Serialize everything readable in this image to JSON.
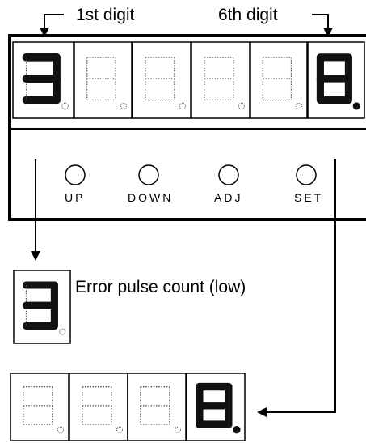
{
  "header": {
    "first_digit_label": "1st digit",
    "sixth_digit_label": "6th digit"
  },
  "buttons": [
    {
      "label": "UP"
    },
    {
      "label": "DOWN"
    },
    {
      "label": "ADJ"
    },
    {
      "label": "SET"
    }
  ],
  "panel_display": {
    "digits": [
      {
        "position": "1st",
        "lit_segments": [
          "a",
          "b",
          "c",
          "d",
          "g"
        ],
        "decimal_point_lit": false
      },
      {
        "position": "2nd",
        "lit_segments": [],
        "decimal_point_lit": false
      },
      {
        "position": "3rd",
        "lit_segments": [],
        "decimal_point_lit": false
      },
      {
        "position": "4th",
        "lit_segments": [],
        "decimal_point_lit": false
      },
      {
        "position": "5th",
        "lit_segments": [],
        "decimal_point_lit": false
      },
      {
        "position": "6th",
        "lit_segments": [
          "a",
          "b",
          "c",
          "d",
          "e",
          "f",
          "g"
        ],
        "decimal_point_lit": true
      }
    ]
  },
  "first_digit_detail": {
    "description": "Error pulse count (low)",
    "lit_segments": [
      "a",
      "b",
      "c",
      "d",
      "g"
    ],
    "decimal_point_lit": false
  },
  "sixth_digit_detail": {
    "digits": [
      {
        "lit_segments": [],
        "decimal_point_lit": false
      },
      {
        "lit_segments": [],
        "decimal_point_lit": false
      },
      {
        "lit_segments": [],
        "decimal_point_lit": false
      },
      {
        "lit_segments": [
          "a",
          "b",
          "c",
          "d",
          "e",
          "f",
          "g"
        ],
        "decimal_point_lit": true
      }
    ]
  },
  "colors": {
    "ink": "#000000",
    "segment_on": "#111111",
    "segment_off": "#555555",
    "background": "#ffffff"
  }
}
